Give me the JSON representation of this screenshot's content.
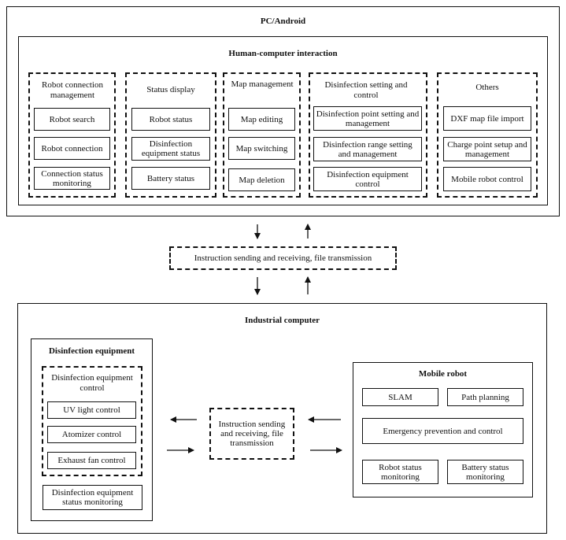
{
  "pc": {
    "title": "PC/Android",
    "hci": {
      "title": "Human-computer interaction",
      "groups": [
        {
          "title": "Robot connection management",
          "items": [
            "Robot search",
            "Robot connection",
            "Connection status monitoring"
          ]
        },
        {
          "title": "Status display",
          "items": [
            "Robot status",
            "Disinfection equipment status",
            "Battery status"
          ]
        },
        {
          "title": "Map management",
          "items": [
            "Map editing",
            "Map switching",
            "Map deletion"
          ]
        },
        {
          "title": "Disinfection setting and control",
          "items": [
            "Disinfection point setting and management",
            "Disinfection range setting and management",
            "Disinfection equipment control"
          ]
        },
        {
          "title": "Others",
          "items": [
            "DXF map file import",
            "Charge point setup and management",
            "Mobile robot control"
          ]
        }
      ]
    }
  },
  "link_top": "Instruction sending and receiving, file transmission",
  "ipc": {
    "title": "Industrial computer",
    "disinfection_equipment": {
      "title": "Disinfection equipment",
      "control_group": {
        "title": "Disinfection equipment control",
        "items": [
          "UV light control",
          "Atomizer control",
          "Exhaust fan control"
        ]
      },
      "status_monitoring": "Disinfection equipment status monitoring"
    },
    "link_middle": "Instruction sending and receiving, file transmission",
    "mobile_robot": {
      "title": "Mobile robot",
      "items": [
        "SLAM",
        "Path planning",
        "Emergency prevention and control",
        "Robot status monitoring",
        "Battery status monitoring"
      ]
    }
  }
}
